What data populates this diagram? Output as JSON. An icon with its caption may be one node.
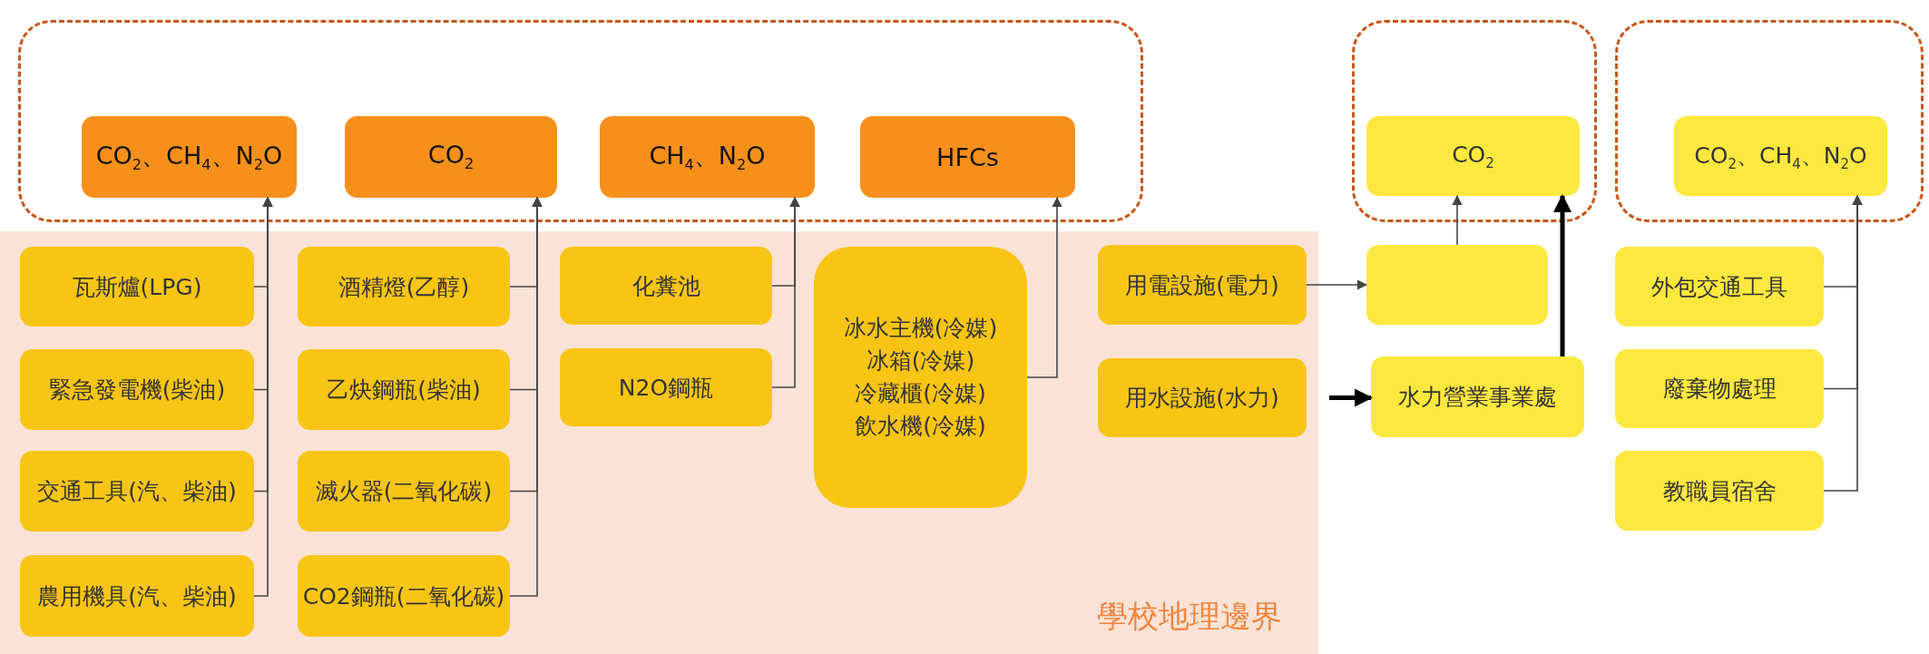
{
  "diagram": {
    "nodes": [
      {
        "text": [],
        "shape": "box"
      },
      {
        "text": [
          "CO$_{2}$、CH$_{4}$、N$_{2}$O"
        ],
        "in": 0
      },
      {
        "text": [
          "CO$_{2}$"
        ],
        "in": 0
      },
      {
        "text": [
          "CH$_{4}$、N$_{2}$O"
        ],
        "in": 0
      },
      {
        "text": [
          "HFCs"
        ],
        "in": 0
      },
      {
        "text": [],
        "shape": "box"
      },
      {
        "text": [
          "CO$_{2}$"
        ],
        "in": 5
      },
      {
        "text": [],
        "shape": "box"
      },
      {
        "text": [
          "CO$_{2}$、CH$_{4}$、N$_{2}$O"
        ],
        "in": 7
      },
      {
        "text": [
          "學校地理邊界"
        ]
      },
      {
        "text": [
          "瓦斯爐(LPG)"
        ],
        "in": 9
      },
      {
        "text": [
          "緊急發電機(柴油)"
        ],
        "in": 9
      },
      {
        "text": [
          "交通工具(汽、柴油)"
        ],
        "in": 9
      },
      {
        "text": [
          "農用機具(汽、柴油)"
        ],
        "in": 9
      },
      {
        "text": [
          "酒精燈(乙醇)"
        ],
        "in": 9
      },
      {
        "text": [
          "乙炔鋼瓶(柴油)"
        ],
        "in": 9
      },
      {
        "text": [
          "滅火器(二氧化碳)"
        ],
        "in": 9
      },
      {
        "text": [
          "CO2鋼瓶(二氧化碳)"
        ],
        "in": 9
      },
      {
        "text": [
          "化糞池"
        ],
        "in": 9
      },
      {
        "text": [
          "N2O鋼瓶"
        ],
        "in": 9
      },
      {
        "text": [
          "冰水主機(冷媒)",
          "冰箱(冷媒)",
          "冷藏櫃(冷媒)",
          "飲水機(冷媒)"
        ],
        "in": 9
      },
      {
        "text": [
          "用電設施(電力)"
        ],
        "in": 9
      },
      {
        "text": [
          "用水設施(水力)"
        ],
        "in": 9
      },
      {
        "text": [],
        "shape": "box"
      },
      {
        "text": [
          "水力營業事業處"
        ]
      },
      {
        "text": [
          "外包交通工具"
        ]
      },
      {
        "text": [
          "廢棄物處理"
        ]
      },
      {
        "text": [
          "教職員宿舍"
        ]
      }
    ],
    "edges": [
      {
        "from": 10,
        "to": 1,
        "arrow": "to"
      },
      {
        "from": 11,
        "to": 1,
        "arrow": "to"
      },
      {
        "from": 12,
        "to": 1,
        "arrow": "to"
      },
      {
        "from": 13,
        "to": 1,
        "arrow": "to"
      },
      {
        "from": 14,
        "to": 2,
        "arrow": "to"
      },
      {
        "from": 15,
        "to": 2,
        "arrow": "to"
      },
      {
        "from": 16,
        "to": 2,
        "arrow": "to"
      },
      {
        "from": 17,
        "to": 2,
        "arrow": "to"
      },
      {
        "from": 18,
        "to": 3,
        "arrow": "to"
      },
      {
        "from": 19,
        "to": 3,
        "arrow": "to"
      },
      {
        "from": 20,
        "to": 4,
        "arrow": "to"
      },
      {
        "from": 21,
        "to": 23,
        "arrow": "to"
      },
      {
        "from": 22,
        "to": 24,
        "arrow": "to",
        "style": "thick",
        "color": "#000000"
      },
      {
        "from": 23,
        "to": 6,
        "arrow": "to"
      },
      {
        "from": 24,
        "to": 6,
        "arrow": "to",
        "style": "thick",
        "color": "#000000"
      },
      {
        "from": 25,
        "to": 8,
        "arrow": "to"
      },
      {
        "from": 26,
        "to": 8,
        "arrow": "to"
      },
      {
        "from": 27,
        "to": 8,
        "arrow": "to"
      }
    ]
  }
}
